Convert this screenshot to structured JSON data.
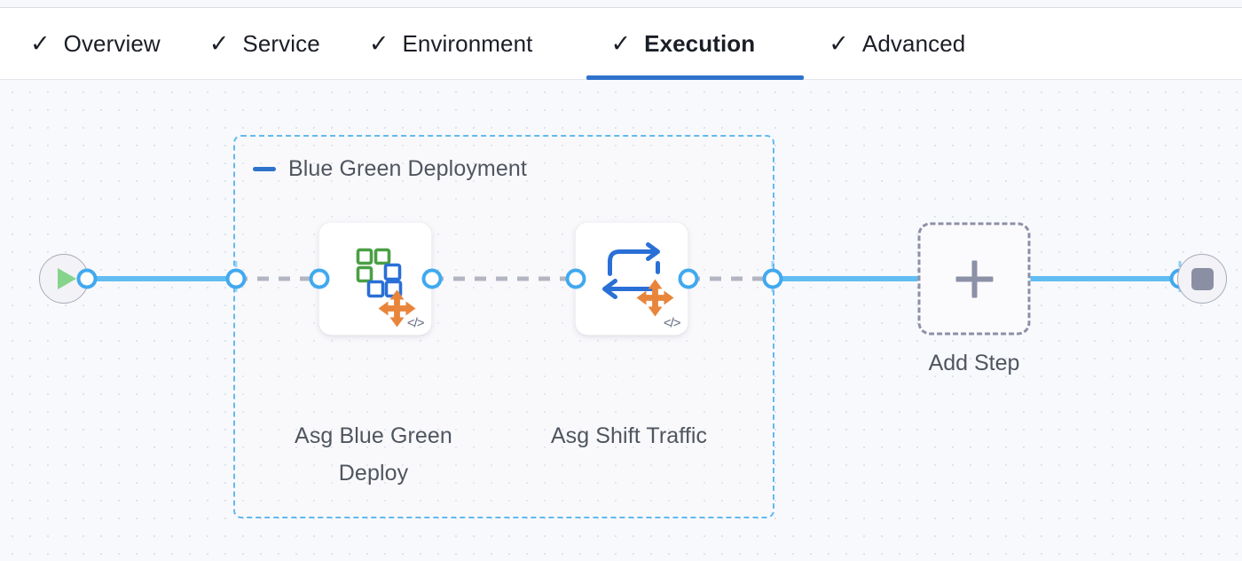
{
  "tabs": [
    {
      "label": "Overview",
      "icon": "check-icon",
      "completed": true,
      "active": false
    },
    {
      "label": "Service",
      "icon": "check-icon",
      "completed": true,
      "active": false
    },
    {
      "label": "Environment",
      "icon": "check-icon",
      "completed": true,
      "active": false
    },
    {
      "label": "Execution",
      "icon": "check-icon",
      "completed": true,
      "active": true
    },
    {
      "label": "Advanced",
      "icon": "check-icon",
      "completed": true,
      "active": false
    }
  ],
  "check_glyph": "✓",
  "canvas": {
    "start_node": {
      "name": "pipeline-start",
      "icon": "play-icon"
    },
    "end_node": {
      "name": "pipeline-end",
      "icon": "stop-icon"
    },
    "group": {
      "title": "Blue Green Deployment",
      "collapse_icon": "minus-icon",
      "border_color": "#62b9f0"
    },
    "steps": [
      {
        "label_line1": "Asg Blue Green",
        "label_line2": "Deploy",
        "icon": "asg-blue-green-deploy-icon",
        "badge": "</>"
      },
      {
        "label_line1": "Asg Shift Traffic",
        "label_line2": "",
        "icon": "asg-shift-traffic-icon",
        "badge": "</>"
      }
    ],
    "add_step": {
      "label": "Add Step",
      "icon": "plus-icon"
    }
  },
  "colors": {
    "accent_blue": "#2f72cc",
    "connector_blue": "#41a9ef",
    "group_dashed_blue": "#62b9f0",
    "canvas_bg": "#f8f9fc",
    "grid_dot": "#dfe2ec",
    "text_muted": "#50565f",
    "icon_green": "#4a9f45",
    "icon_blue": "#2a6fd6",
    "icon_orange": "#e8853b",
    "add_step_dash": "#8d91a8",
    "play_green": "#86d48b",
    "stop_gray": "#8b8fa3"
  }
}
